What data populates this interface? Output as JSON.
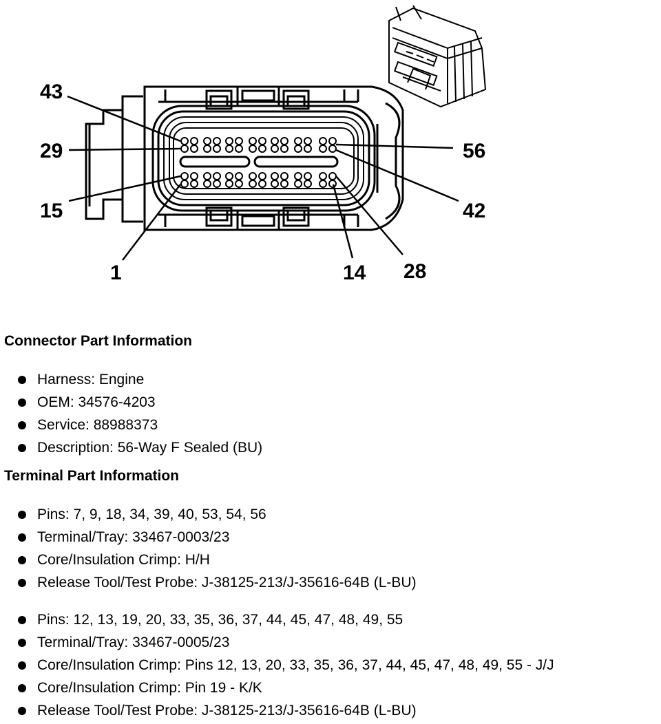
{
  "diagram": {
    "pin_labels": {
      "p43": "43",
      "p29": "29",
      "p15": "15",
      "p1": "1",
      "p14": "14",
      "p28": "28",
      "p56": "56",
      "p42": "42"
    },
    "line_color": "#000000"
  },
  "connector_info": {
    "title": "Connector Part Information",
    "items": [
      "Harness: Engine",
      "OEM: 34576-4203",
      "Service: 88988373",
      "Description: 56-Way F Sealed (BU)"
    ]
  },
  "terminal_info": {
    "title": "Terminal Part Information",
    "group1": [
      "Pins: 7, 9, 18, 34, 39, 40, 53, 54, 56",
      "Terminal/Tray: 33467-0003/23",
      "Core/Insulation Crimp: H/H",
      "Release Tool/Test Probe: J-38125-213/J-35616-64B (L-BU)"
    ],
    "group2": [
      "Pins: 12, 13, 19, 20, 33, 35, 36, 37, 44, 45, 47, 48, 49, 55",
      "Terminal/Tray: 33467-0005/23",
      "Core/Insulation Crimp: Pins 12, 13, 20, 33, 35, 36, 37, 44, 45, 47, 48, 49, 55 - J/J",
      "Core/Insulation Crimp: Pin 19 - K/K",
      "Release Tool/Test Probe: J-38125-213/J-35616-64B (L-BU)"
    ]
  }
}
